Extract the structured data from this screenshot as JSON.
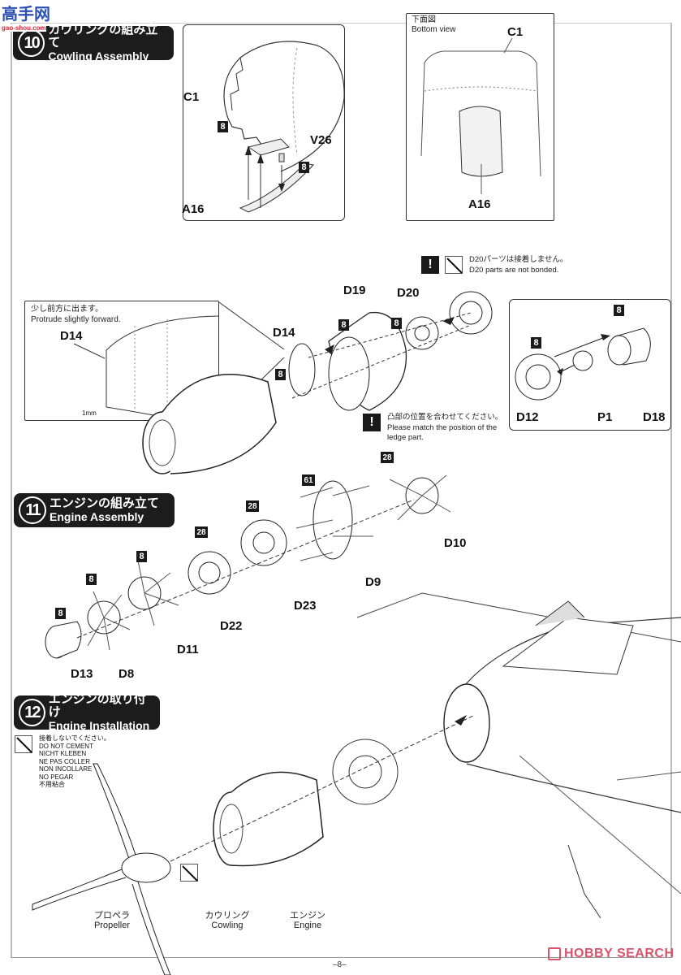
{
  "watermark": {
    "logo": "高手网",
    "url": "gao-shou.com"
  },
  "steps": [
    {
      "number": "10",
      "title_jp": "カウリングの組み立て",
      "title_en": "Cowling Assembly"
    },
    {
      "number": "11",
      "title_jp": "エンジンの組み立て",
      "title_en": "Engine Assembly"
    },
    {
      "number": "12",
      "title_jp": "エンジンの取り付け",
      "title_en": "Engine Installation"
    }
  ],
  "step10": {
    "left_panel": {
      "parts": [
        "C1",
        "V26",
        "A16"
      ],
      "glue_marks": [
        "8",
        "8"
      ]
    },
    "bottom_view": {
      "title_jp": "下面図",
      "title_en": "Bottom view",
      "parts": [
        "C1",
        "A16"
      ]
    },
    "inset_d14": {
      "note_jp": "少し前方に出ます。",
      "note_en": "Protrude slightly forward.",
      "part": "D14",
      "dimension": "1mm"
    },
    "main_parts": [
      "D14",
      "D19",
      "D20"
    ],
    "glue_marks": [
      "8",
      "8",
      "8"
    ],
    "d20_note": {
      "jp": "D20パーツは接着しません。",
      "en": "D20 parts are not bonded."
    },
    "ledge_note": {
      "jp": "凸部の位置を合わせてください。",
      "en": "Please match the position of the ledge part."
    },
    "right_panel": {
      "parts": [
        "D12",
        "P1",
        "D18"
      ],
      "glue_marks": [
        "8",
        "8"
      ]
    }
  },
  "step11": {
    "parts": [
      "D13",
      "D8",
      "D11",
      "D22",
      "D23",
      "D9",
      "D10"
    ],
    "glue_marks": [
      "8",
      "8",
      "8",
      "28",
      "28",
      "61",
      "28"
    ]
  },
  "step12": {
    "caution": {
      "jp": "接着しないでください。",
      "en": "DO NOT CEMENT",
      "de": "NICHT KLEBEN",
      "fr": "NE PAS COLLER",
      "it": "NON INCOLLARE",
      "es": "NO PEGAR",
      "zh": "不用粘合"
    },
    "captions": [
      {
        "jp": "プロペラ",
        "en": "Propeller"
      },
      {
        "jp": "カウリング",
        "en": "Cowling"
      },
      {
        "jp": "エンジン",
        "en": "Engine"
      }
    ]
  },
  "footer": {
    "page": "–8–",
    "brand": "HOBBY SEARCH"
  }
}
